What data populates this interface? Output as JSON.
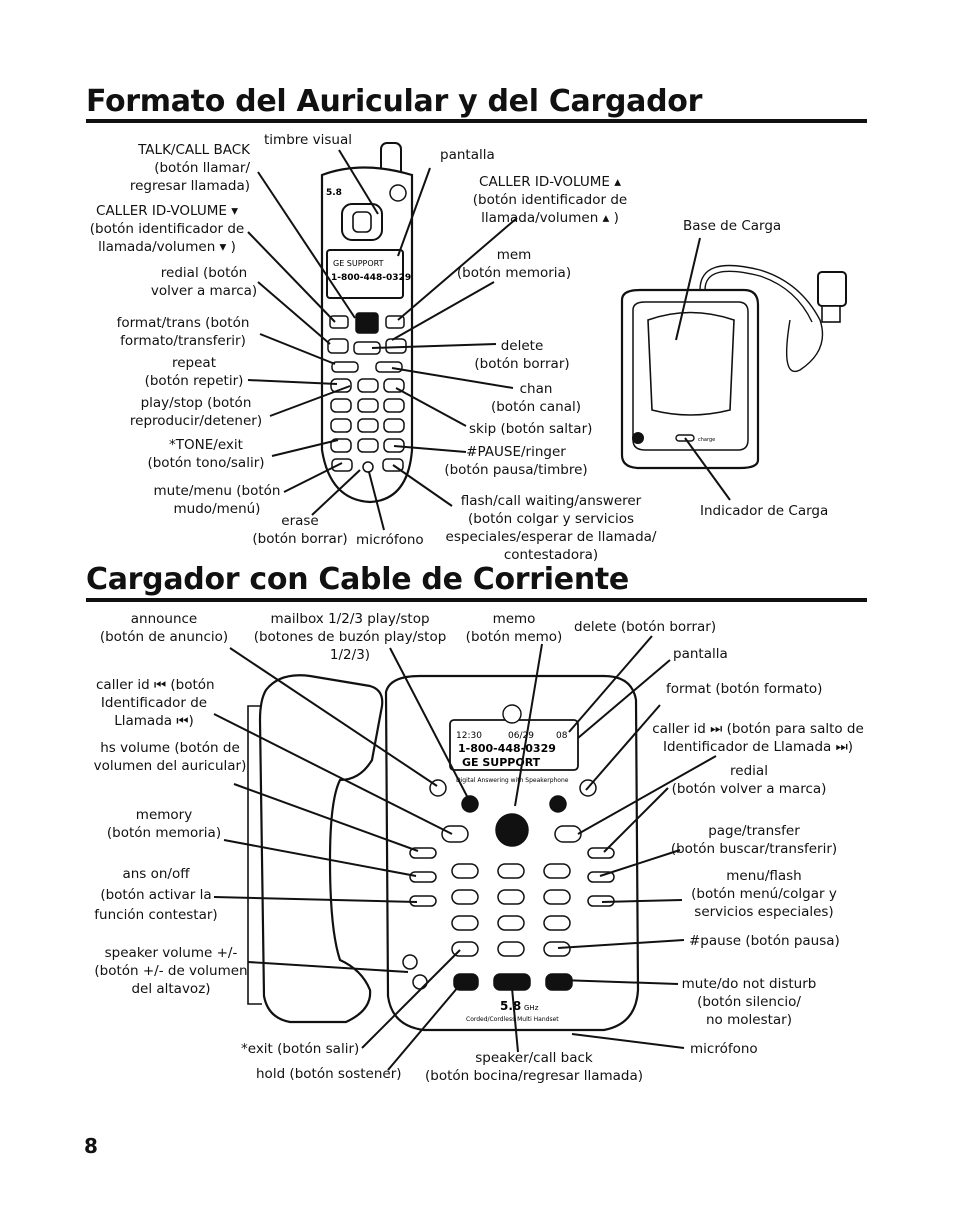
{
  "headings": {
    "section1": "Formato del Auricular y del Cargador",
    "section2": "Cargador con Cable de Corriente"
  },
  "labels1": {
    "talk": [
      "TALK/CALL BACK",
      "(botón llamar/",
      "regresar llamada)"
    ],
    "timbre": [
      "timbre visual"
    ],
    "pantalla": [
      "pantalla"
    ],
    "cid_down": [
      "CALLER ID-VOLUME ▾",
      "(botón identificador de",
      "llamada/volumen ▾ )"
    ],
    "cid_up": [
      "CALLER ID-VOLUME ▴",
      "(botón identificador de",
      "llamada/volumen ▴ )"
    ],
    "base": [
      "Base de Carga"
    ],
    "mem": [
      "mem",
      "(botón memoria)"
    ],
    "redial": [
      "redial (botón",
      "volver a marca)"
    ],
    "format": [
      "format/trans (botón",
      "formato/transferir)"
    ],
    "delete": [
      "delete",
      "(botón borrar)"
    ],
    "repeat": [
      "repeat",
      "(botón repetir)"
    ],
    "chan": [
      "chan",
      "(botón canal)"
    ],
    "play": [
      "play/stop (botón",
      "reproducir/detener)"
    ],
    "skip": [
      "skip (botón saltar)"
    ],
    "tone": [
      "*TONE/exit",
      "(botón tono/salir)"
    ],
    "pause": [
      "#PAUSE/ringer",
      "(botón pausa/timbre)"
    ],
    "mute": [
      "mute/menu (botón",
      "mudo/menú)"
    ],
    "flash": [
      "flash/call waiting/answerer",
      "(botón colgar y servicios",
      "especiales/esperar de llamada/",
      "contestadora)"
    ],
    "indicador": [
      "Indicador de Carga"
    ],
    "erase": [
      "erase",
      "(botón borrar)"
    ],
    "microfono": [
      "micrófono"
    ]
  },
  "labels2": {
    "announce": [
      "announce",
      "(botón de anuncio)"
    ],
    "mailbox": [
      "mailbox 1/2/3 play/stop",
      "(botones de buzón play/stop",
      "1/2/3)"
    ],
    "memo": [
      "memo",
      "(botón memo)"
    ],
    "delete": [
      "delete (botón borrar)"
    ],
    "pantalla": [
      "pantalla"
    ],
    "callerid_back": [
      "caller id ⏮ (botón",
      "Identificador de",
      "Llamada ⏮)"
    ],
    "format": [
      "format (botón formato)"
    ],
    "callerid_fwd": [
      "caller id ⏭ (botón para salto de",
      "Identificador de Llamada ⏭)"
    ],
    "hsvol": [
      "hs volume (botón de",
      "volumen del auricular)"
    ],
    "redial": [
      "redial",
      "(botón volver a marca)"
    ],
    "memory": [
      "memory",
      "(botón memoria)"
    ],
    "page": [
      "page/transfer",
      "(botón buscar/transferir)"
    ],
    "ans": [
      "ans on/off",
      "(botón activar la",
      "función contestar)"
    ],
    "menu": [
      "menu/flash",
      "(botón menú/colgar y",
      "servicios especiales)"
    ],
    "pause": [
      "#pause (botón pausa)"
    ],
    "spkvol": [
      "speaker volume +/-",
      "(botón +/- de volumen",
      "del altavoz)"
    ],
    "mutednd": [
      "mute/do not disturb",
      "(botón silencio/",
      "no molestar)"
    ],
    "exit": [
      "*exit (botón salir)"
    ],
    "microfono": [
      "micrófono"
    ],
    "hold": [
      "hold (botón sostener)"
    ],
    "speaker": [
      "speaker/call back",
      "(botón bocina/regresar llamada)"
    ]
  },
  "device": {
    "display_line1": "GE SUPPORT",
    "display_number": "1-800-448-0329",
    "base_display_time": "12:30",
    "base_display_date": "06/29",
    "base_display_count": "08",
    "base_display_number": "1-800-448-0329",
    "base_display_name": "GE SUPPORT",
    "brand_freq": "5.8",
    "brand_unit": "GHz",
    "brand_tagline": "Corded/Cordless Multi Handset",
    "panel_title": "Digital Answering with Speakerphone",
    "charge": "charge"
  },
  "page_number": "8"
}
